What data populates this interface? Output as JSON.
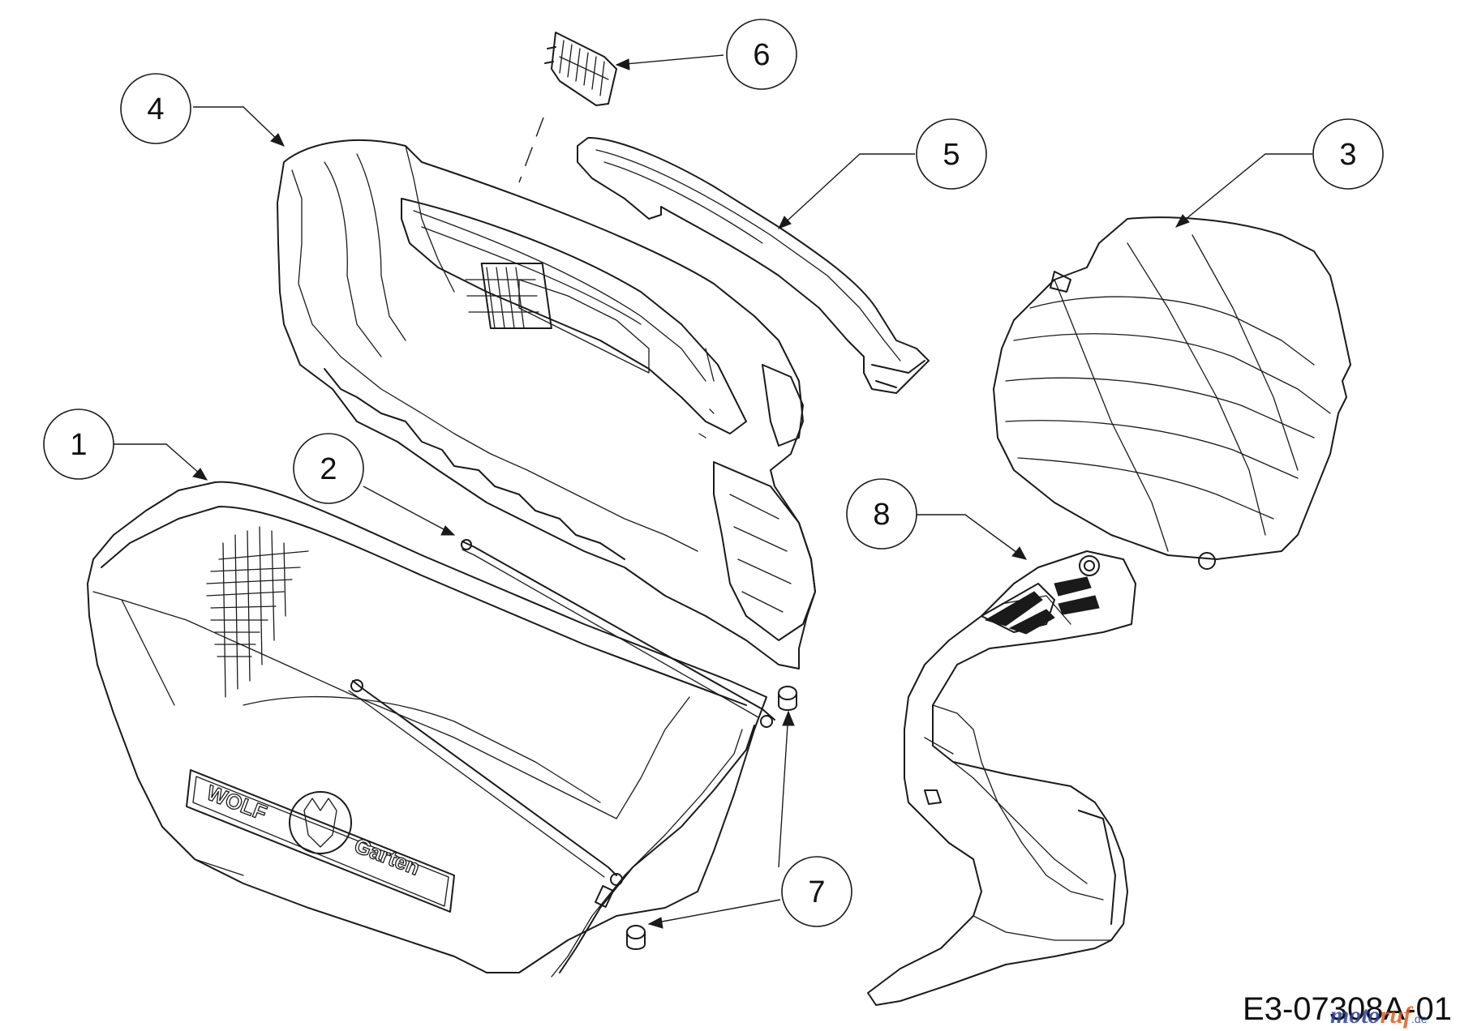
{
  "callouts": [
    {
      "id": "callout-1",
      "label": "1"
    },
    {
      "id": "callout-2",
      "label": "2"
    },
    {
      "id": "callout-3",
      "label": "3"
    },
    {
      "id": "callout-4",
      "label": "4"
    },
    {
      "id": "callout-5",
      "label": "5"
    },
    {
      "id": "callout-6",
      "label": "6"
    },
    {
      "id": "callout-7",
      "label": "7"
    },
    {
      "id": "callout-8",
      "label": "8"
    }
  ],
  "logo": {
    "word1": "WOLF",
    "word2": "Garten"
  },
  "diagram_code": "E3-07308A-01",
  "watermark": {
    "part1": "moto",
    "part2": "ruf",
    "suffix": ".de"
  },
  "colors": {
    "line": "#1a1a1a",
    "background": "#ffffff",
    "watermark_blue": "#2a3f99",
    "watermark_orange": "#e05a1e"
  }
}
